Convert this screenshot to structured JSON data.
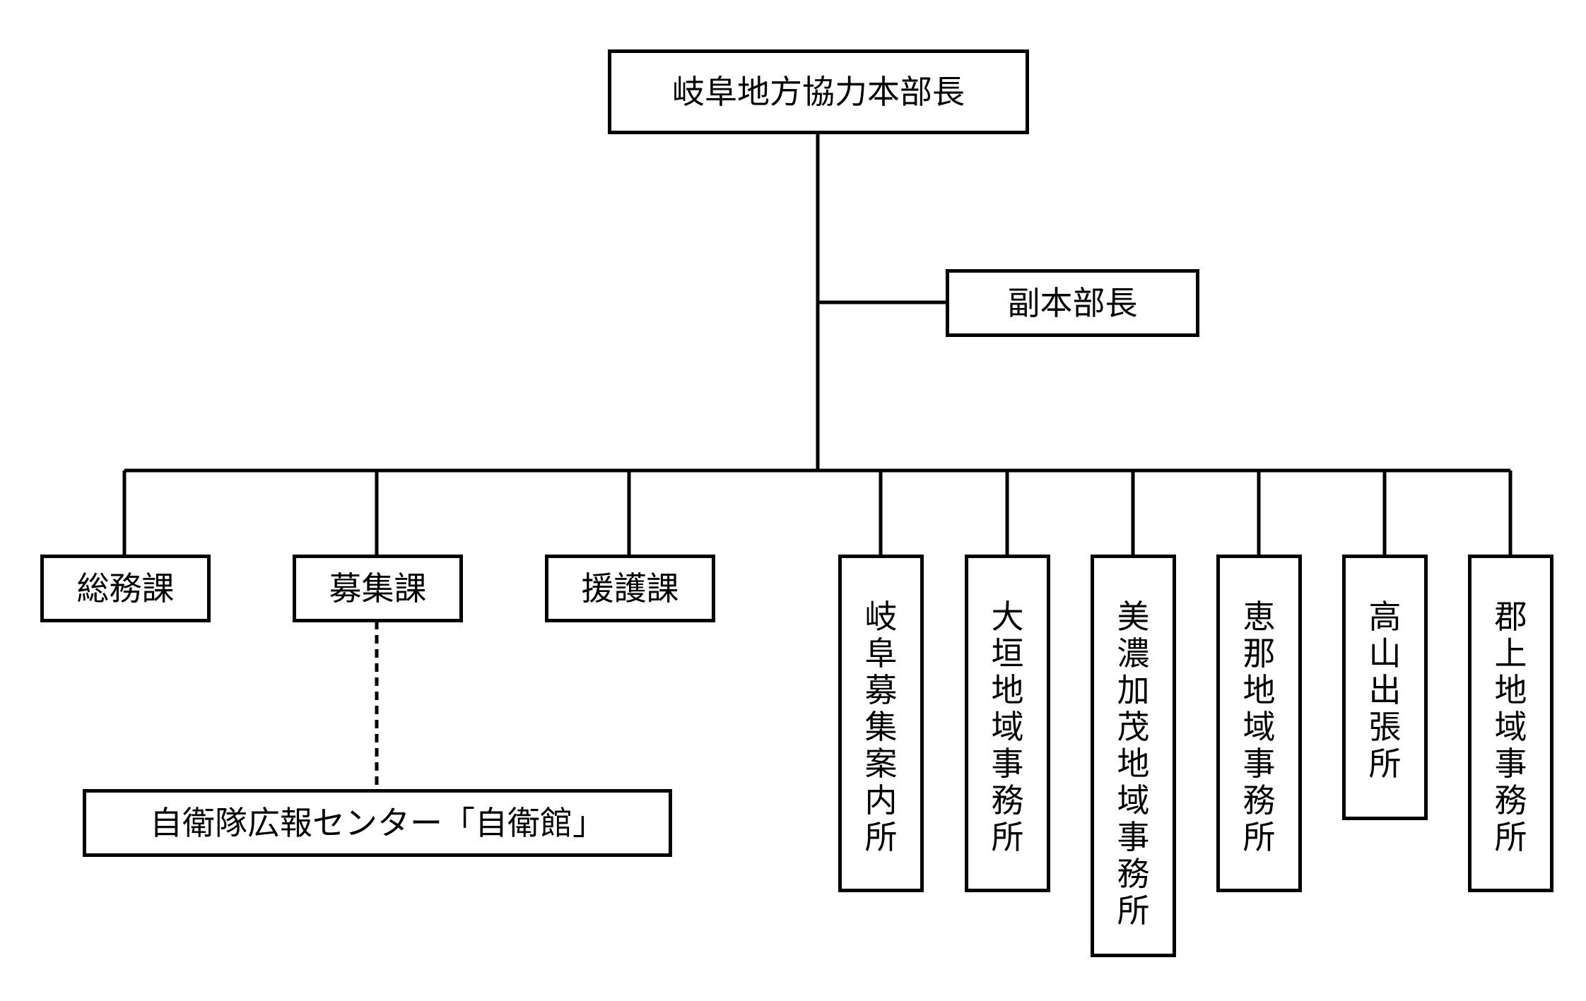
{
  "chief": "岐阜地方協力本部長",
  "deputy": "副本部長",
  "sections": [
    "総務課",
    "募集課",
    "援護課"
  ],
  "pr_center": "自衛隊広報センター「自衛館」",
  "offices": [
    "岐阜募集案内所",
    "大垣地域事務所",
    "美濃加茂地域事務所",
    "恵那地域事務所",
    "高山出張所",
    "郡上地域事務所"
  ]
}
